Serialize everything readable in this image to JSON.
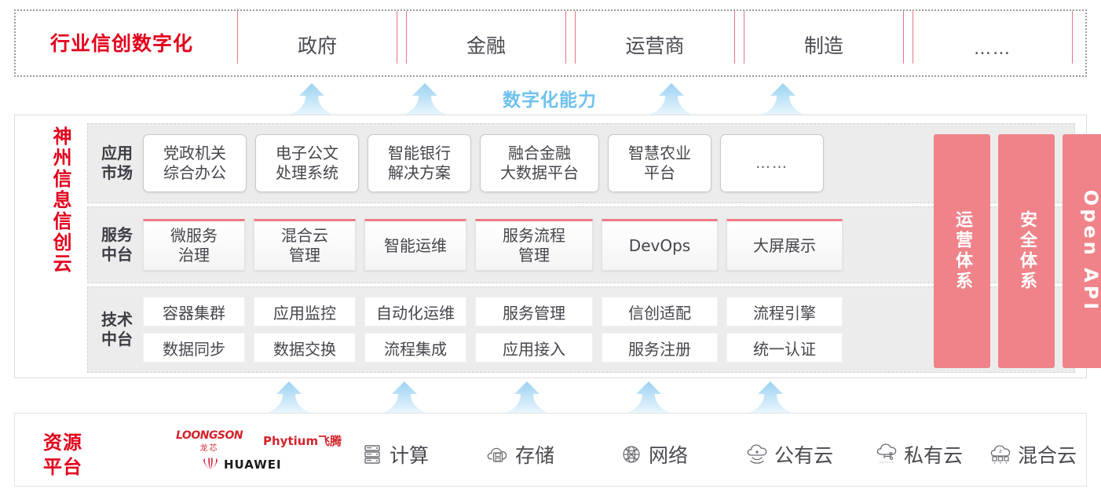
{
  "industry": {
    "title": "行业信创数字化",
    "cards": [
      "政府",
      "金融",
      "运营商",
      "制造",
      "……"
    ]
  },
  "capability": {
    "label": "数字化能力"
  },
  "platform": {
    "title": "神州信息信创云",
    "rows": [
      {
        "label": "应用\n市场",
        "label_lines": [
          "应用",
          "市场"
        ],
        "cards": [
          "党政机关\n综合办公",
          "电子公文\n处理系统",
          "智能银行\n解决方案",
          "融合金融\n大数据平台",
          "智慧农业\n平台",
          "……"
        ]
      },
      {
        "label_lines": [
          "服务",
          "中台"
        ],
        "cards": [
          "微服务\n治理",
          "混合云\n管理",
          "智能运维",
          "服务流程\n管理",
          "DevOps",
          "大屏展示"
        ]
      },
      {
        "label_lines": [
          "技术",
          "中台"
        ],
        "cards_top": [
          "容器集群",
          "应用监控",
          "自动化运维",
          "服务管理",
          "信创适配",
          "流程引擎"
        ],
        "cards_bottom": [
          "数据同步",
          "数据交换",
          "流程集成",
          "应用接入",
          "服务注册",
          "统一认证"
        ]
      }
    ],
    "pillars": [
      {
        "text": "运营体系",
        "orientation": "stacked"
      },
      {
        "text": "安全体系",
        "orientation": "stacked"
      },
      {
        "text": "Open API",
        "orientation": "rotated"
      }
    ]
  },
  "resource": {
    "title_lines": [
      "资源",
      "平台"
    ],
    "vendors": [
      {
        "name": "LOONGSON",
        "sub": "龙芯"
      },
      {
        "name": "Phytium飞腾"
      },
      {
        "name": "HUAWEI"
      }
    ],
    "items": [
      {
        "label": "计算",
        "icon": "server-icon"
      },
      {
        "label": "存储",
        "icon": "cloud-storage-icon"
      },
      {
        "label": "网络",
        "icon": "network-globe-icon"
      },
      {
        "label": "公有云",
        "icon": "public-cloud-icon"
      },
      {
        "label": "私有云",
        "icon": "private-cloud-icon"
      },
      {
        "label": "混合云",
        "icon": "hybrid-cloud-icon"
      }
    ]
  },
  "colors": {
    "brand_red": "#e3001b",
    "pillar_pink": "#ef8389",
    "card_accent": "#ef7a85",
    "arrow_blue": "#9ed4f2",
    "row_bg": "#ececec"
  }
}
